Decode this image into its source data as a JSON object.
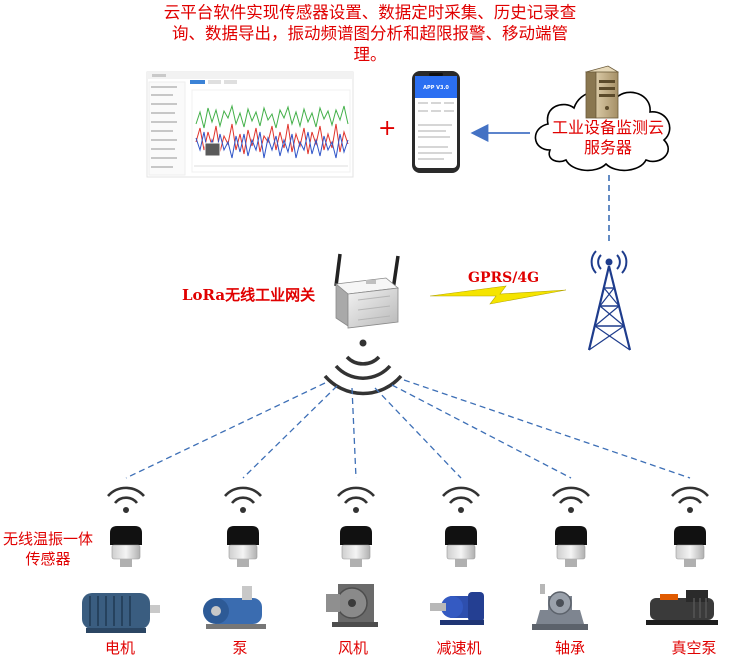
{
  "header": {
    "title": "云平台软件实现传感器设置、数据定时采集、历史记录查询、数据导出，振动频谱图分析和超限报警、移动端管理。"
  },
  "connector": {
    "plus": "+"
  },
  "server": {
    "label": "工业设备监测云服务器"
  },
  "gateway": {
    "label": "LoRa无线工业网关"
  },
  "uplink": {
    "label": "GPRS/4G"
  },
  "phone": {
    "app_title": "APP V3.0"
  },
  "sensor": {
    "label": "无线温振一体传感器"
  },
  "devices": [
    {
      "label": "电机"
    },
    {
      "label": "泵"
    },
    {
      "label": "风机"
    },
    {
      "label": "减速机"
    },
    {
      "label": "轴承"
    },
    {
      "label": "真空泵"
    }
  ],
  "colors": {
    "label_red": "#e00000",
    "link_blue": "#3d6fb6",
    "arrow_blue": "#4472c4",
    "lightning_yellow": "#f5e400",
    "tower_blue": "#1e3c8c"
  }
}
